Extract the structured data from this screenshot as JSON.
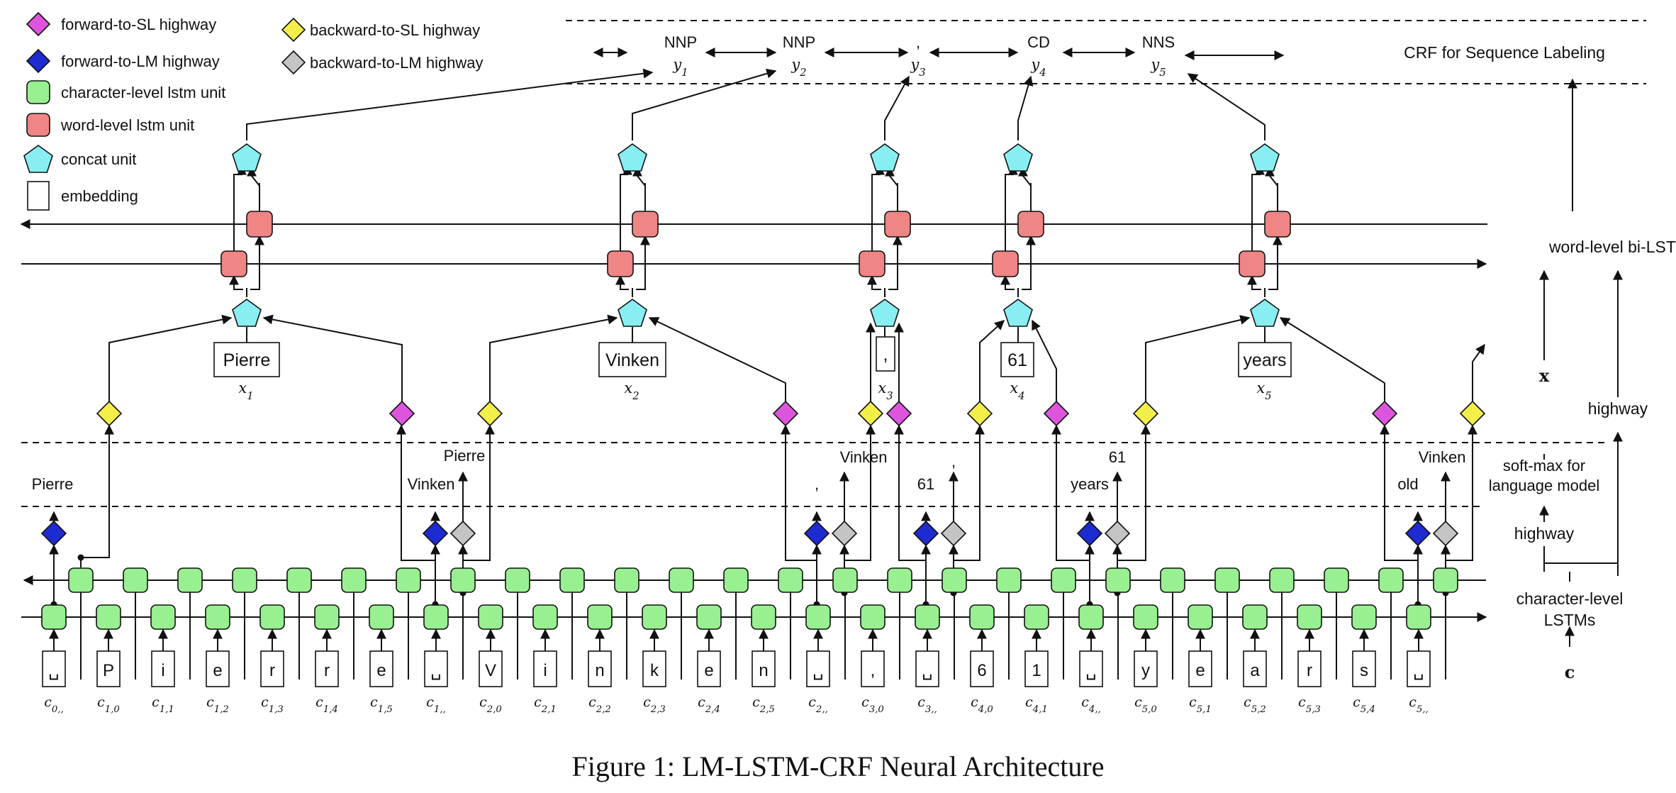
{
  "legend": [
    {
      "label": "forward-to-SL highway",
      "shape": "diamond",
      "color": "#dd55dd"
    },
    {
      "label": "forward-to-LM highway",
      "shape": "diamond",
      "color": "#1e2bd0"
    },
    {
      "label": "character-level lstm unit",
      "shape": "rounded-square",
      "color": "#98f090"
    },
    {
      "label": "word-level lstm unit",
      "shape": "rounded-square",
      "color": "#ef8585"
    },
    {
      "label": "concat unit",
      "shape": "pentagon",
      "color": "#88eef2"
    },
    {
      "label": "embedding",
      "shape": "rectangle",
      "color": "#ffffff"
    },
    {
      "label": "backward-to-SL highway",
      "shape": "diamond",
      "color": "#f3ef4a"
    },
    {
      "label": "backward-to-LM highway",
      "shape": "diamond",
      "color": "#c4c4c4"
    }
  ],
  "side_labels": {
    "crf": "CRF for Sequence Labeling",
    "bilstm": "word-level bi-LSTM",
    "x": "x",
    "highway_top": "highway",
    "softmax": "soft-max for\nlanguage model",
    "highway_bottom": "highway",
    "char_lstm": "character-level\nLSTMs",
    "c": "c"
  },
  "tags": [
    {
      "tag": "NNP",
      "sub": "y1"
    },
    {
      "tag": "NNP",
      "sub": "y2"
    },
    {
      "tag": ",",
      "sub": "y3"
    },
    {
      "tag": "CD",
      "sub": "y4"
    },
    {
      "tag": "NNS",
      "sub": "y5"
    }
  ],
  "words": [
    {
      "text": "Pierre",
      "sub": "x1"
    },
    {
      "text": "Vinken",
      "sub": "x2"
    },
    {
      "text": ",",
      "sub": "x3"
    },
    {
      "text": "61",
      "sub": "x4"
    },
    {
      "text": "years",
      "sub": "x5"
    }
  ],
  "characters": [
    {
      "ch": "␣",
      "base": "c",
      "sub": "0,_"
    },
    {
      "ch": "P",
      "base": "c",
      "sub": "1,0"
    },
    {
      "ch": "i",
      "base": "c",
      "sub": "1,1"
    },
    {
      "ch": "e",
      "base": "c",
      "sub": "1,2"
    },
    {
      "ch": "r",
      "base": "c",
      "sub": "1,3"
    },
    {
      "ch": "r",
      "base": "c",
      "sub": "1,4"
    },
    {
      "ch": "e",
      "base": "c",
      "sub": "1,5"
    },
    {
      "ch": "␣",
      "base": "c",
      "sub": "1,_"
    },
    {
      "ch": "V",
      "base": "c",
      "sub": "2,0"
    },
    {
      "ch": "i",
      "base": "c",
      "sub": "2,1"
    },
    {
      "ch": "n",
      "base": "c",
      "sub": "2,2"
    },
    {
      "ch": "k",
      "base": "c",
      "sub": "2,3"
    },
    {
      "ch": "e",
      "base": "c",
      "sub": "2,4"
    },
    {
      "ch": "n",
      "base": "c",
      "sub": "2,5"
    },
    {
      "ch": "␣",
      "base": "c",
      "sub": "2,_"
    },
    {
      "ch": ",",
      "base": "c",
      "sub": "3,0"
    },
    {
      "ch": "␣",
      "base": "c",
      "sub": "3,_"
    },
    {
      "ch": "6",
      "base": "c",
      "sub": "4,0"
    },
    {
      "ch": "1",
      "base": "c",
      "sub": "4,1"
    },
    {
      "ch": "␣",
      "base": "c",
      "sub": "4,_"
    },
    {
      "ch": "y",
      "base": "c",
      "sub": "5,0"
    },
    {
      "ch": "e",
      "base": "c",
      "sub": "5,1"
    },
    {
      "ch": "a",
      "base": "c",
      "sub": "5,2"
    },
    {
      "ch": "r",
      "base": "c",
      "sub": "5,3"
    },
    {
      "ch": "s",
      "base": "c",
      "sub": "5,4"
    },
    {
      "ch": "␣",
      "base": "c",
      "sub": "5,_"
    }
  ],
  "lm_forward_targets": [
    "Pierre",
    "Vinken",
    ",",
    "61",
    "years",
    "old"
  ],
  "lm_backward_targets": [
    "Pierre",
    "Vinken",
    ",",
    "61",
    "Vinken"
  ],
  "caption": "Figure 1: LM-LSTM-CRF Neural Architecture"
}
